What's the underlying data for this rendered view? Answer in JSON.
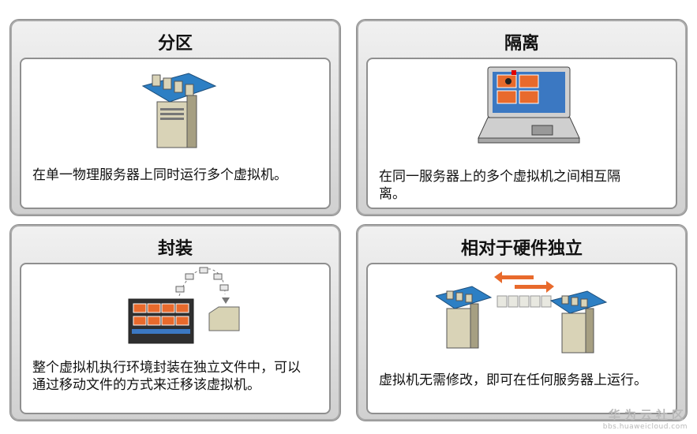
{
  "cards": [
    {
      "title": "分区",
      "description": "在单一物理服务器上同时运行多个虚拟机。"
    },
    {
      "title": "隔离",
      "description": "在同一服务器上的多个虚拟机之间相互隔离。"
    },
    {
      "title": "封装",
      "description": "整个虚拟机执行环境封装在独立文件中，可以通过移动文件的方式来迁移该虚拟机。"
    },
    {
      "title": "相对于硬件独立",
      "description": "虚拟机无需修改，即可在任何服务器上运行。"
    }
  ],
  "watermark": {
    "main": "华为云社区",
    "sub": "bbs.huaweicloud.com"
  },
  "colors": {
    "platform_blue": "#2d7fc4",
    "accent_orange": "#e86a2c",
    "screen_blue": "#3b78c2",
    "server_beige": "#d9d3b7"
  },
  "icons": [
    "server-stack-icon",
    "laptop-icon",
    "vm-files-icon",
    "vm-migration-icon"
  ]
}
